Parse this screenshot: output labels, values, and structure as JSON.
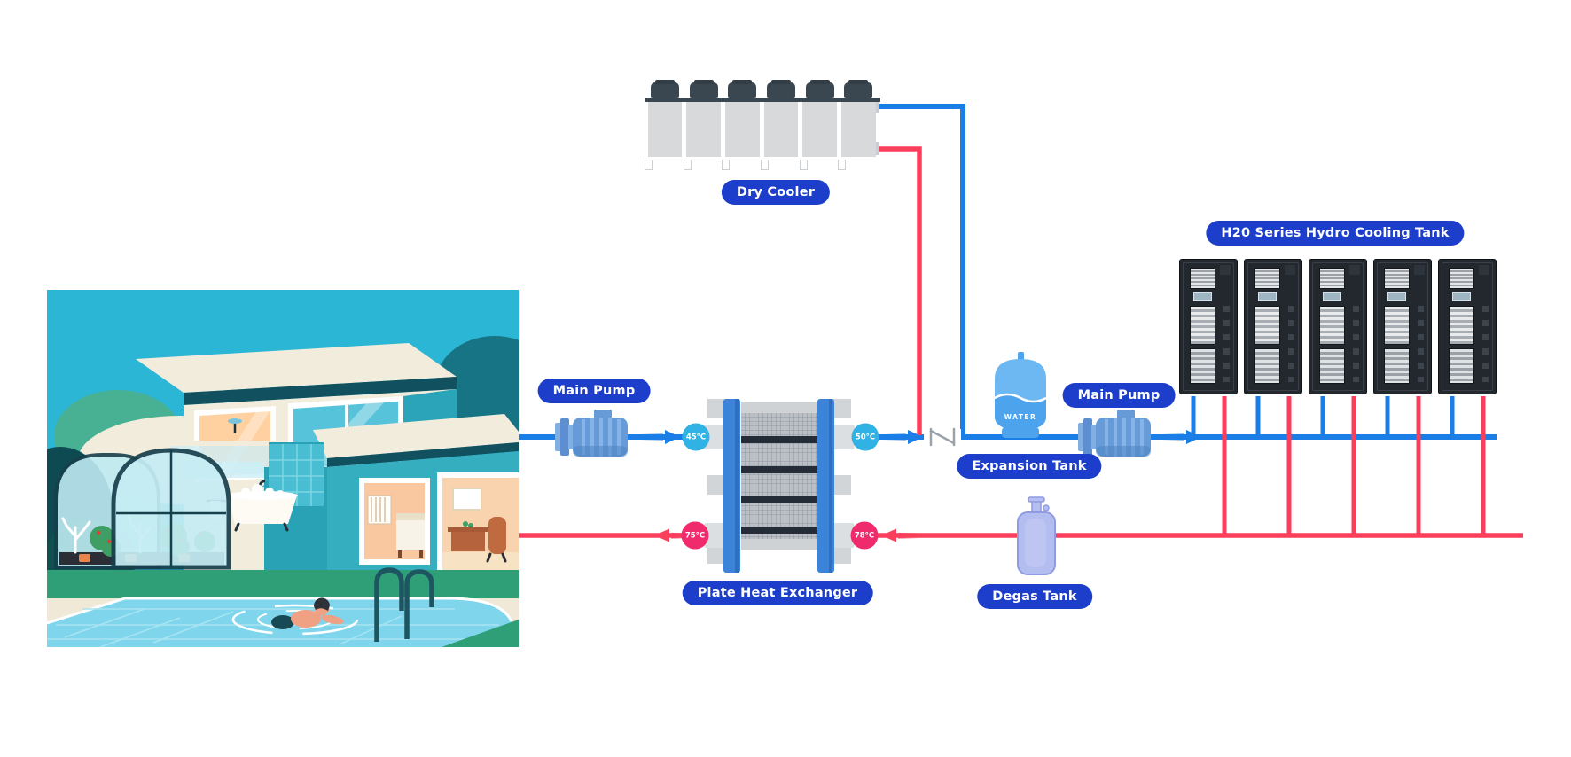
{
  "pills": {
    "dry_cooler": "Dry Cooler",
    "main_pump_left": "Main Pump",
    "plate_heat_exchanger": "Plate Heat Exchanger",
    "expansion_tank": "Expansion Tank",
    "main_pump_right": "Main Pump",
    "degas_tank": "Degas Tank",
    "hydro_cooling_tank": "H20 Series Hydro Cooling Tank"
  },
  "temperatures": {
    "cool_to_exchanger": {
      "text": "45°C",
      "color": "#31b2e5"
    },
    "cool_to_racks": {
      "text": "50°C",
      "color": "#31b2e5"
    },
    "hot_to_house": {
      "text": "75°C",
      "color": "#ef2b6e"
    },
    "hot_from_racks": {
      "text": "78°C",
      "color": "#ef2b6e"
    }
  },
  "expansion_tank_label": "WATER",
  "counts": {
    "dry_cooler_fans": 6,
    "cooling_racks": 5
  },
  "colors": {
    "pipe_cold": "#1a7ee6",
    "pipe_hot": "#fb3e5c",
    "pill_bg": "#1d3ecb",
    "badge_cool": "#31b2e5",
    "badge_hot": "#ef2b6e",
    "rack_body": "#23282e",
    "dry_cooler_panel": "#d7d9da"
  }
}
